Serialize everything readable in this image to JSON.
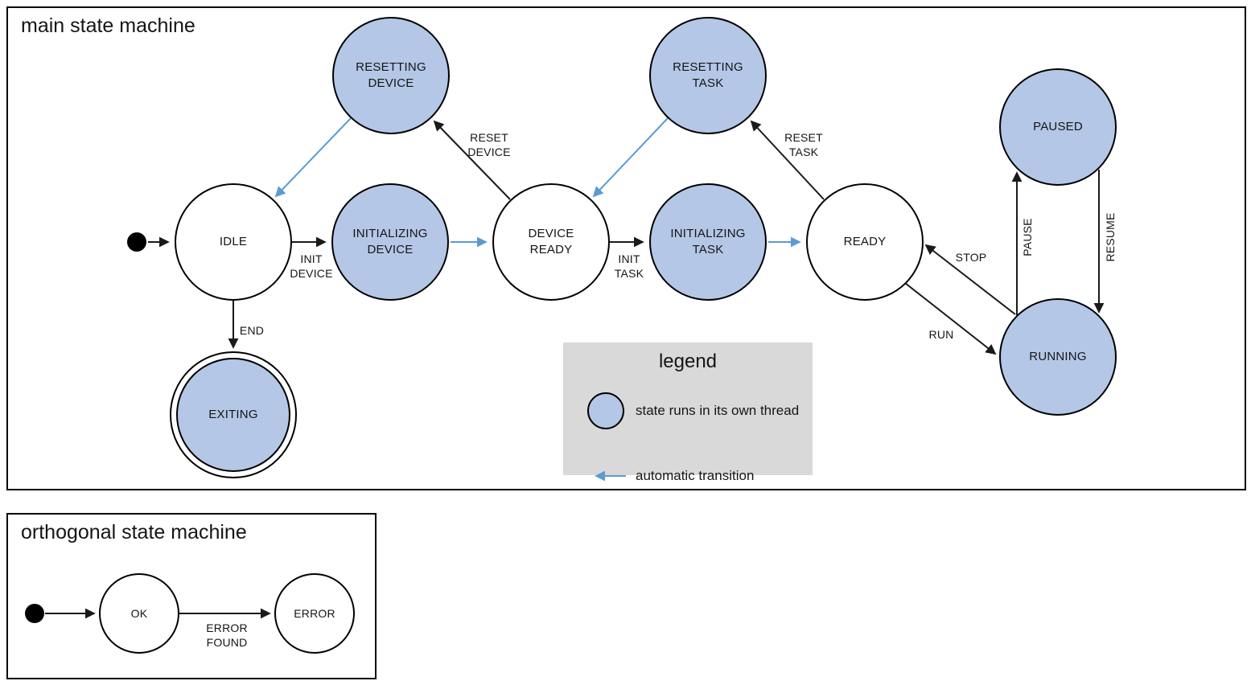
{
  "colors": {
    "thread_state_fill": "#b4c7e7",
    "auto_transition": "#5b9bd5",
    "legend_bg": "#d9d9d9"
  },
  "main_machine": {
    "title": "main state machine",
    "states": {
      "idle": "IDLE",
      "resetting_device": "RESETTING\nDEVICE",
      "initializing_device": "INITIALIZING\nDEVICE",
      "device_ready": "DEVICE\nREADY",
      "resetting_task": "RESETTING\nTASK",
      "initializing_task": "INITIALIZING\nTASK",
      "ready": "READY",
      "paused": "PAUSED",
      "running": "RUNNING",
      "exiting": "EXITING"
    },
    "transitions": {
      "init_device": "INIT\nDEVICE",
      "reset_device": "RESET\nDEVICE",
      "init_task": "INIT\nTASK",
      "reset_task": "RESET\nTASK",
      "end": "END",
      "stop": "STOP",
      "run": "RUN",
      "pause": "PAUSE",
      "resume": "RESUME"
    }
  },
  "legend": {
    "title": "legend",
    "items": [
      {
        "label": "state runs in its own thread"
      },
      {
        "label": "automatic transition"
      }
    ]
  },
  "orthogonal_machine": {
    "title": "orthogonal state machine",
    "states": {
      "ok": "OK",
      "error": "ERROR"
    },
    "transitions": {
      "error_found": "ERROR\nFOUND"
    }
  }
}
